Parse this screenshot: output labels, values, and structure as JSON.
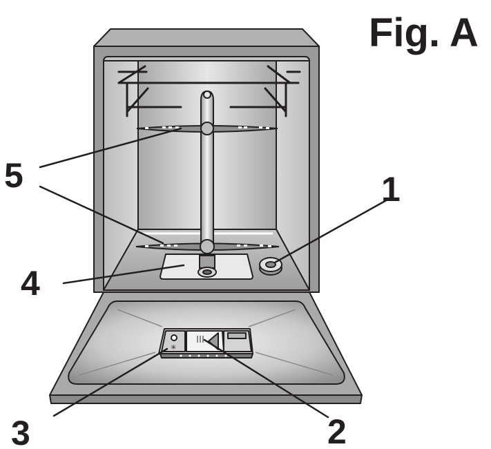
{
  "figure": {
    "title": "Fig. A",
    "callouts": [
      "1",
      "2",
      "3",
      "4",
      "5"
    ],
    "colors": {
      "outline": "#231f20",
      "cabinet": "#9a9a9a",
      "tub_inner": "#c4c4c4",
      "rack_arm": "#8e8e8e",
      "background": "#ffffff"
    },
    "parts": [
      {
        "label": "1",
        "part": "salt-container-cap-icon"
      },
      {
        "label": "2",
        "part": "detergent-dispenser-icon"
      },
      {
        "label": "3",
        "part": "rinse-aid-dispenser-icon"
      },
      {
        "label": "4",
        "part": "filter-assembly-icon"
      },
      {
        "label": "5",
        "part": "spray-arm-icon"
      }
    ]
  }
}
